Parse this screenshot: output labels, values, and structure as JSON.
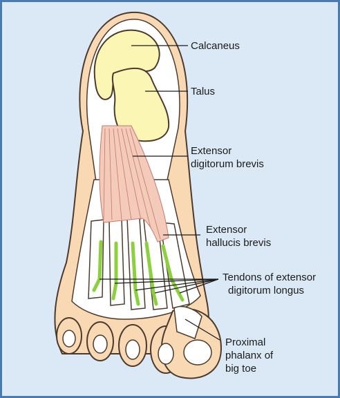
{
  "colors": {
    "background": "#dbe9f6",
    "frame_border": "#4a7ab4",
    "skin": "#f8d9b4",
    "bone_outline": "#ffffff",
    "tarsal_bones": "#fbf6b4",
    "muscle": "#f4cabb",
    "tendon": "#8ccf3f",
    "leader_line": "#1a1a1a"
  },
  "labels": {
    "calcaneus": "Calcaneus",
    "talus": "Talus",
    "edb_line1": "Extensor",
    "edb_line2": "digitorum brevis",
    "ehb_line1": "Extensor",
    "ehb_line2": "hallucis brevis",
    "tendons_line1": "Tendons of extensor",
    "tendons_line2": "digitorum longus",
    "phalanx_line1": "Proximal",
    "phalanx_line2": "phalanx of",
    "phalanx_line3": "big toe"
  }
}
